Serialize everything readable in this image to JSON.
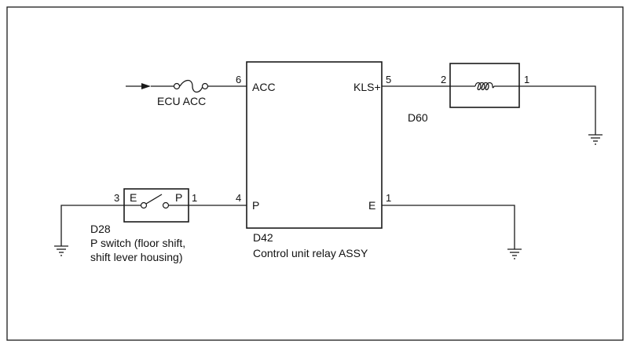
{
  "fuse_label": "ECU ACC",
  "relay": {
    "code": "D42",
    "name": "Control unit relay ASSY",
    "pins": {
      "acc": {
        "number": "6",
        "name": "ACC"
      },
      "p": {
        "number": "4",
        "name": "P"
      },
      "kls": {
        "number": "5",
        "name": "KLS+"
      },
      "e": {
        "number": "1",
        "name": "E"
      }
    }
  },
  "switch": {
    "code": "D28",
    "line1": "P switch (floor shift,",
    "line2": "shift lever housing)",
    "left_letter": "E",
    "right_letter": "P",
    "pin_left": "3",
    "pin_right": "1"
  },
  "solenoid": {
    "code": "D60",
    "pin_left": "2",
    "pin_right": "1"
  }
}
